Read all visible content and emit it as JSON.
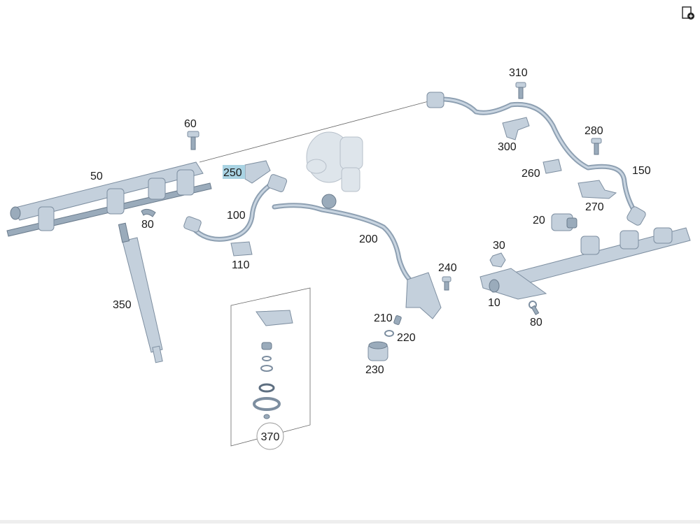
{
  "diagram": {
    "callouts": [
      {
        "id": "c10",
        "label": "10"
      },
      {
        "id": "c20",
        "label": "20"
      },
      {
        "id": "c30",
        "label": "30"
      },
      {
        "id": "c50",
        "label": "50"
      },
      {
        "id": "c60",
        "label": "60"
      },
      {
        "id": "c80a",
        "label": "80"
      },
      {
        "id": "c80b",
        "label": "80"
      },
      {
        "id": "c100",
        "label": "100"
      },
      {
        "id": "c110",
        "label": "110"
      },
      {
        "id": "c150",
        "label": "150"
      },
      {
        "id": "c200",
        "label": "200"
      },
      {
        "id": "c210",
        "label": "210"
      },
      {
        "id": "c220",
        "label": "220"
      },
      {
        "id": "c230",
        "label": "230"
      },
      {
        "id": "c240",
        "label": "240"
      },
      {
        "id": "c250",
        "label": "250",
        "highlighted": true
      },
      {
        "id": "c260",
        "label": "260"
      },
      {
        "id": "c270",
        "label": "270"
      },
      {
        "id": "c280",
        "label": "280"
      },
      {
        "id": "c300",
        "label": "300"
      },
      {
        "id": "c310",
        "label": "310"
      },
      {
        "id": "c350",
        "label": "350"
      },
      {
        "id": "c370",
        "label": "370"
      }
    ],
    "highlight_color": "#a9d3e3"
  },
  "toolbar": {
    "export_icon": "document-export-icon"
  }
}
